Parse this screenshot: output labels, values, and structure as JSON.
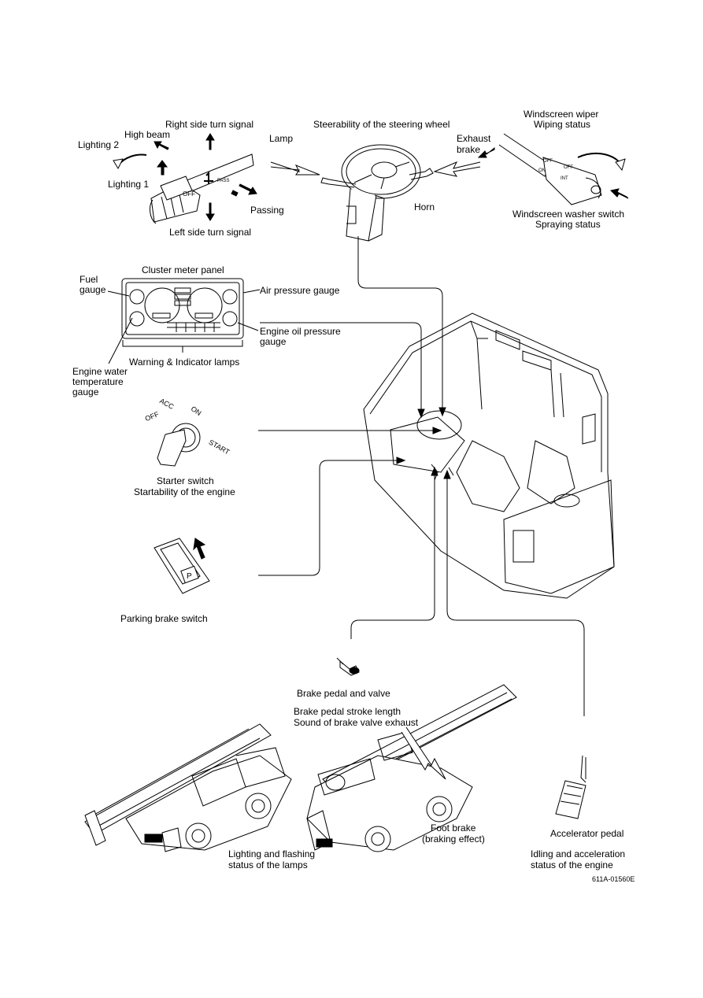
{
  "labels": {
    "right_turn": "Right side turn signal",
    "high_beam": "High beam",
    "lighting2": "Lighting 2",
    "lighting1": "Lighting 1",
    "passing": "Passing",
    "left_turn": "Left side turn signal",
    "lamp": "Lamp",
    "steerability": "Steerability of the steering wheel",
    "horn": "Horn",
    "exhaust_brake_1": "Exhaust",
    "exhaust_brake_2": "brake",
    "wiper_1": "Windscreen wiper",
    "wiper_2": "Wiping status",
    "washer_1": "Windscreen washer switch",
    "washer_2": "Spraying status",
    "cluster_panel": "Cluster meter panel",
    "fuel_1": "Fuel",
    "fuel_2": "gauge",
    "air_pressure": "Air pressure gauge",
    "oil_pressure_1": "Engine oil pressure",
    "oil_pressure_2": "gauge",
    "warning_lamps": "Warning & Indicator lamps",
    "water_temp_1": "Engine water",
    "water_temp_2": "temperature",
    "water_temp_3": "gauge",
    "starter_1": "Starter switch",
    "starter_2": "Startability of the engine",
    "parking_brake": "Parking brake switch",
    "brake_pedal": "Brake pedal and valve",
    "brake_stroke_1": "Brake pedal stroke length",
    "brake_stroke_2": "Sound of brake valve exhaust",
    "foot_brake_1": "Foot brake",
    "foot_brake_2": "(braking effect)",
    "lighting_status_1": "Lighting and flashing",
    "lighting_status_2": "status of the lamps",
    "accel_pedal": "Accelerator pedal",
    "idling_1": "Idling and acceleration",
    "idling_2": "status of the engine",
    "figure_code": "611A-01560E"
  },
  "switch_marks": {
    "off": "OFF",
    "pass": "PASS",
    "acc": "ACC",
    "on": "ON",
    "start": "START",
    "wiper_off": "OFF",
    "wiper_on": "ON",
    "wiper_int": "INT",
    "wiper_off2": "OFF",
    "parking_p": "P"
  },
  "colors": {
    "ink": "#000000",
    "paper": "#ffffff"
  }
}
